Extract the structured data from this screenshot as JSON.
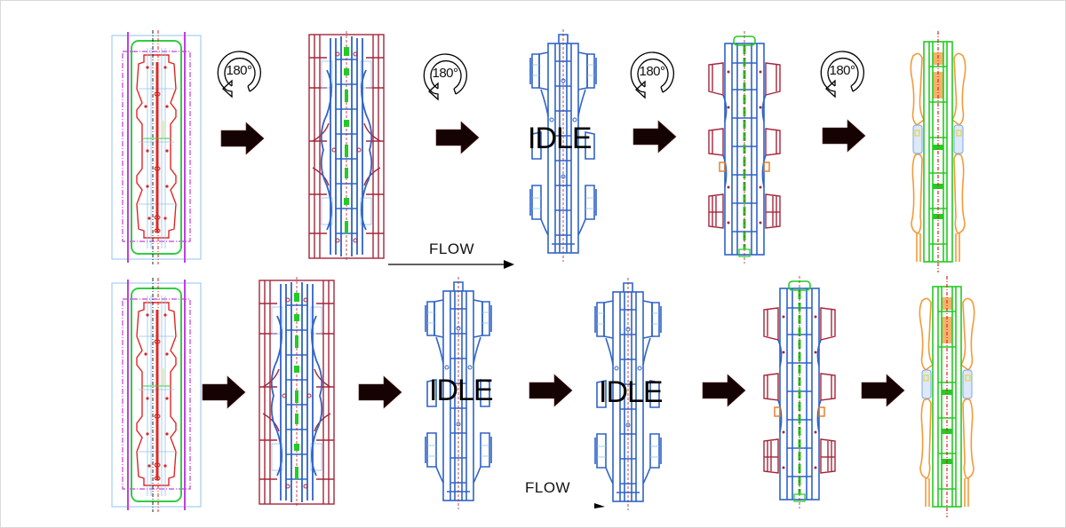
{
  "diagram": {
    "title": "",
    "colors": {
      "arrow_fill": "#150303",
      "outline_blue": "#2f63c8",
      "light_blue": "#8fc3f0",
      "dark_red": "#a4263a",
      "red": "#e02626",
      "green": "#22cc22",
      "bright_green": "#00e000",
      "orange": "#f39a3a",
      "magenta": "#c33ee0",
      "cyan": "#7fd3f5"
    },
    "rotation_label": "180°",
    "flow_label": "FLOW",
    "idle_label": "IDLE",
    "rows": [
      {
        "name": "top-row",
        "stages": [
          {
            "id": "1",
            "type": "blank-layout",
            "label": ""
          },
          {
            "id": "2",
            "type": "draw-die",
            "label": ""
          },
          {
            "id": "3",
            "type": "trim",
            "label": "IDLE"
          },
          {
            "id": "4",
            "type": "pierce",
            "label": ""
          },
          {
            "id": "5",
            "type": "finished-part",
            "label": ""
          }
        ],
        "transitions": [
          {
            "from": "1",
            "to": "2",
            "rotation": "180°"
          },
          {
            "from": "2",
            "to": "3",
            "rotation": "180°"
          },
          {
            "from": "3",
            "to": "4",
            "rotation": "180°"
          },
          {
            "from": "4",
            "to": "5",
            "rotation": "180°"
          }
        ],
        "flow": "FLOW"
      },
      {
        "name": "bottom-row",
        "stages": [
          {
            "id": "1",
            "type": "blank-layout",
            "label": ""
          },
          {
            "id": "2",
            "type": "draw-die",
            "label": ""
          },
          {
            "id": "3",
            "type": "trim",
            "label": "IDLE"
          },
          {
            "id": "4",
            "type": "trim",
            "label": "IDLE"
          },
          {
            "id": "5",
            "type": "pierce",
            "label": ""
          },
          {
            "id": "6",
            "type": "finished-part",
            "label": ""
          }
        ],
        "transitions": [
          {
            "from": "1",
            "to": "2",
            "rotation": ""
          },
          {
            "from": "2",
            "to": "3",
            "rotation": ""
          },
          {
            "from": "3",
            "to": "4",
            "rotation": ""
          },
          {
            "from": "4",
            "to": "5",
            "rotation": ""
          },
          {
            "from": "5",
            "to": "6",
            "rotation": ""
          }
        ],
        "flow": "FLOW"
      }
    ]
  }
}
